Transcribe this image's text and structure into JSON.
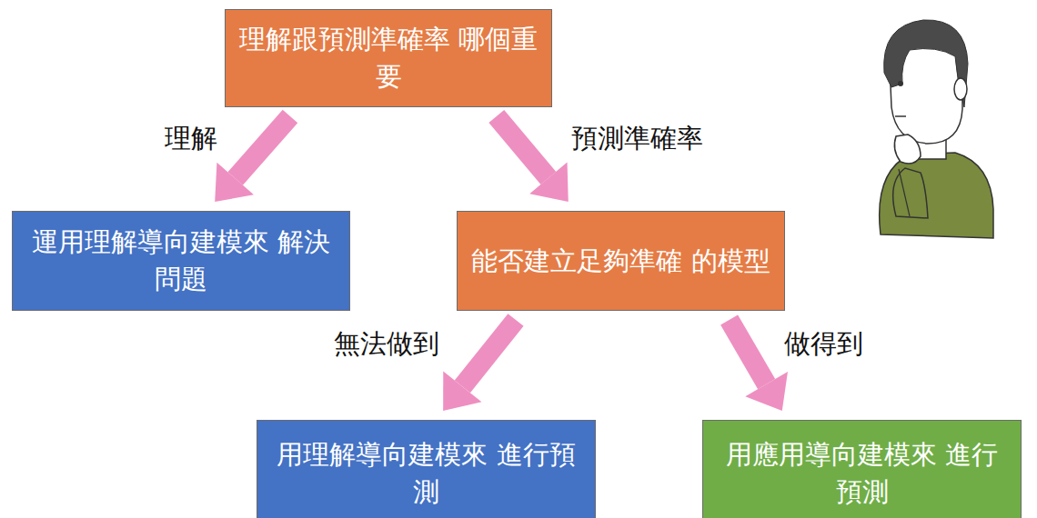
{
  "diagram": {
    "nodes": [
      {
        "text": [
          "理解跟預測準確率 哪個重要"
        ]
      },
      {
        "text": [
          "運用理解導向建模來 解決問題"
        ]
      },
      {
        "text": [
          "能否建立足夠準確 的模型"
        ]
      },
      {
        "text": [
          "用理解導向建模來 進行預測"
        ]
      },
      {
        "text": [
          "用應用導向建模來 進行預測"
        ]
      }
    ],
    "edges": [
      {
        "from": 0,
        "to": 1,
        "arrow": "to",
        "label": "理解"
      },
      {
        "from": 0,
        "to": 2,
        "arrow": "to",
        "label": "預測準確率"
      },
      {
        "from": 2,
        "to": 3,
        "arrow": "to",
        "label": "無法做到"
      },
      {
        "from": 2,
        "to": 4,
        "arrow": "to",
        "label": "做得到"
      }
    ]
  }
}
